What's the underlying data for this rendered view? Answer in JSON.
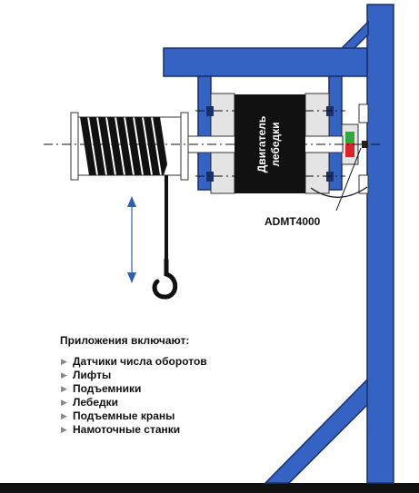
{
  "diagram": {
    "motor_label_line1": "Двигатель",
    "motor_label_line2": "лебедки",
    "sensor_label": "ADMT4000"
  },
  "applications": {
    "title": "Приложения включают:",
    "items": [
      "Датчики числа оборотов",
      "Лифты",
      "Подъемники",
      "Лебедки",
      "Подъемные краны",
      "Намоточные станки"
    ]
  },
  "colors": {
    "frame_blue": "#3563c4",
    "frame_outline": "#1a2f6b",
    "motor_black": "#111111",
    "sensor_green": "#2faa3a",
    "sensor_red": "#d9232a",
    "arrow_blue": "#2f5fb0"
  }
}
